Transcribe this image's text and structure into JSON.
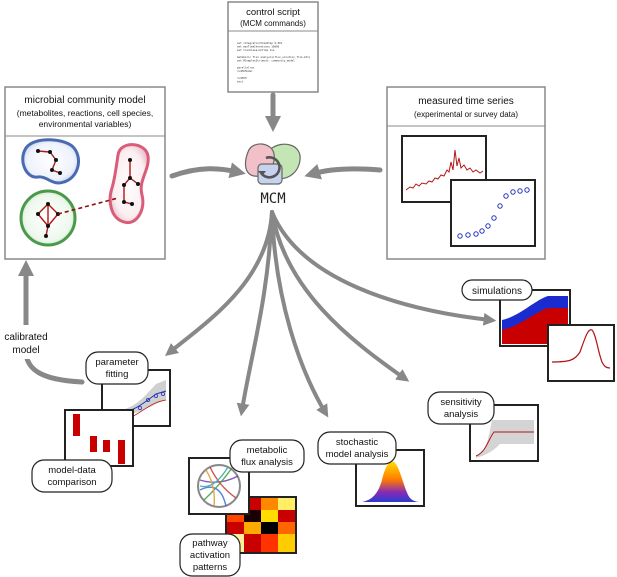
{
  "control_script": {
    "title": "control script",
    "subtitle": "(MCM commands)",
    "lines": [
      "set integrationTimeStep 0.001",
      "set maxTimeIterations 10000",
      "set tracklessionTime 1ns",
      "",
      "metabolic flux analysis(flux_solution_file.mtx)",
      "set MComplexStr(mod): community_model",
      "",
      "parallelrun",
      "runMCModel",
      "",
      "runMCM",
      "exit"
    ]
  },
  "community_model": {
    "title": "microbial community model",
    "subtitle_1": "(metabolites, reactions,  cell species,",
    "subtitle_2": "environmental variables)"
  },
  "time_series": {
    "title": "measured time series",
    "subtitle": "(experimental or survey data)"
  },
  "center": {
    "label": "MCM"
  },
  "calibrated": {
    "line1": "calibrated",
    "line2": "model"
  },
  "outputs": {
    "simulations": "simulations",
    "parameter_fitting_1": "parameter",
    "parameter_fitting_2": "fitting",
    "model_data_1": "model-data",
    "model_data_2": "comparison",
    "metabolic_flux_1": "metabolic",
    "metabolic_flux_2": "flux analysis",
    "stochastic_1": "stochastic",
    "stochastic_2": "model analysis",
    "sensitivity_1": "sensitivity",
    "sensitivity_2": "analysis",
    "pathway_1": "pathway",
    "pathway_2": "activation",
    "pathway_3": "patterns"
  },
  "colors": {
    "cell_blue": "#4a6bb3",
    "cell_pink": "#d95c78",
    "cell_green": "#4a9a4a",
    "red": "#b31515",
    "blue": "#2233bb",
    "arrow_gray": "#888888"
  }
}
